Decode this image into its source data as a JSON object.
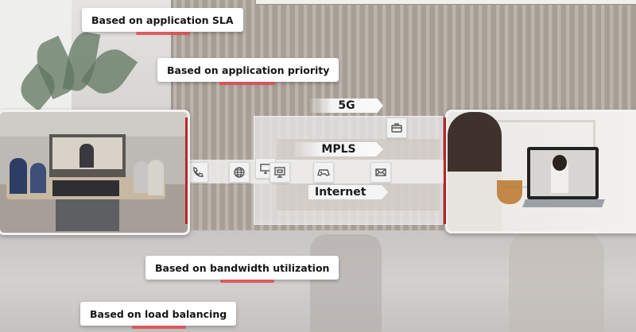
{
  "labels": {
    "sla": "Based on application SLA",
    "priority": "Based on application priority",
    "bandwidth": "Based on bandwidth utilization",
    "load_balancing": "Based on load balancing"
  },
  "links": {
    "fiveg": "5G",
    "mpls": "MPLS",
    "internet": "Internet"
  },
  "icons": [
    "phone-icon",
    "globe-icon",
    "desktop-icon",
    "monitor-icon",
    "gamepad-icon",
    "mail-icon",
    "briefcase-icon"
  ],
  "photos": {
    "left": "conference-room-video-meeting",
    "right": "laptop-video-call"
  },
  "colors": {
    "accent": "#e24a52",
    "frame_edge": "#b8242c",
    "card_bg": "#ffffff"
  }
}
